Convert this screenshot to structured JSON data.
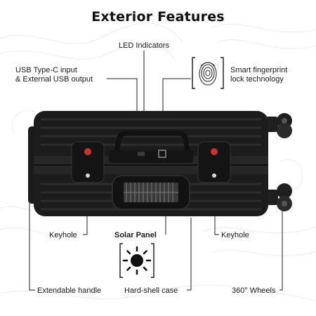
{
  "header": {
    "title": "Exterior Features"
  },
  "labels": {
    "led": "LED Indicators",
    "usb_line1": "USB Type-C input",
    "usb_line2": "& External USB output",
    "fingerprint_line1": "Smart fingerprint",
    "fingerprint_line2": "lock technology",
    "keyhole_left": "Keyhole",
    "keyhole_right": "Keyhole",
    "solar": "Solar Panel",
    "handle": "Extendable handle",
    "shell": "Hard-shell case",
    "wheels": "360° Wheels"
  },
  "colors": {
    "text": "#1a1a1a",
    "case": "#1c1c1c",
    "accent_red": "#d0302a"
  },
  "icons": [
    "fingerprint-icon",
    "sun-icon"
  ]
}
